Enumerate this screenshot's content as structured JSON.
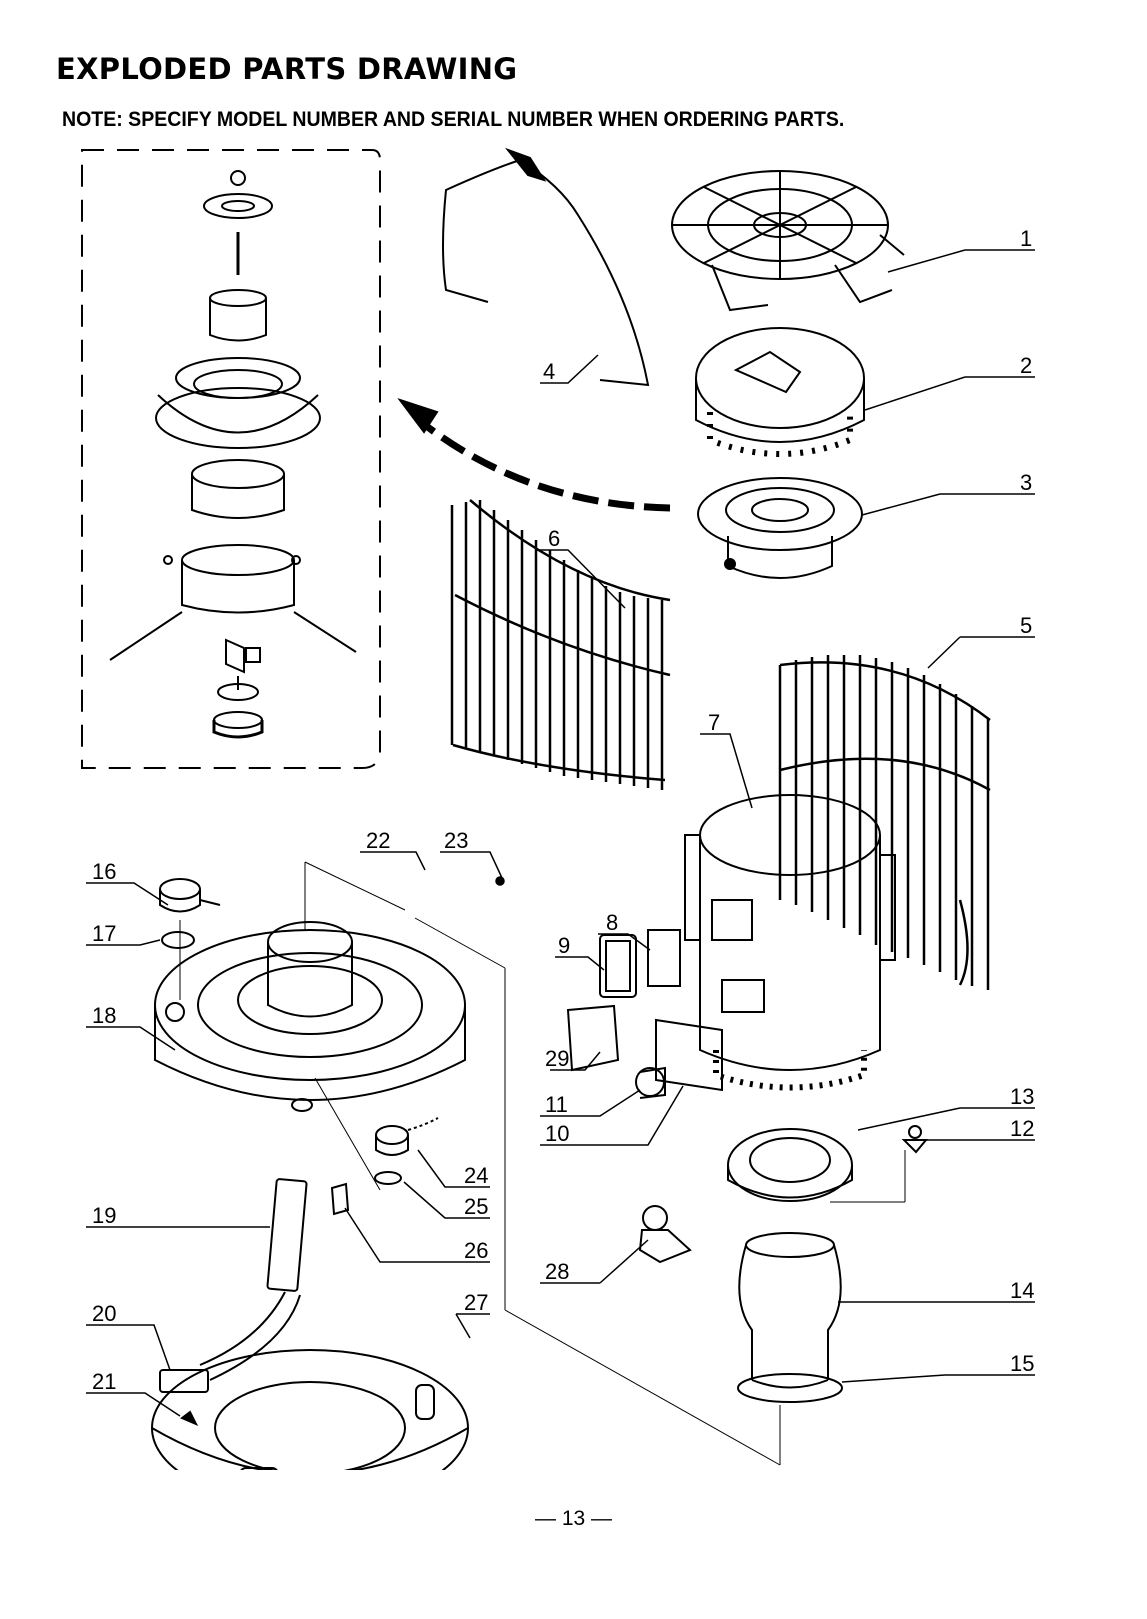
{
  "heading": "EXPLODED PARTS DRAWING",
  "note": "NOTE: SPECIFY MODEL NUMBER AND SERIAL NUMBER WHEN ORDERING PARTS.",
  "page_number": "— 13 —",
  "callouts": {
    "c1": "1",
    "c2": "2",
    "c3": "3",
    "c4": "4",
    "c5": "5",
    "c6": "6",
    "c7": "7",
    "c8": "8",
    "c9": "9",
    "c10": "10",
    "c11": "11",
    "c12": "12",
    "c13": "13",
    "c14": "14",
    "c15": "15",
    "c16": "16",
    "c17": "17",
    "c18": "18",
    "c19": "19",
    "c20": "20",
    "c21": "21",
    "c22": "22",
    "c23": "23",
    "c24": "24",
    "c25": "25",
    "c26": "26",
    "c27": "27",
    "c28": "28",
    "c29": "29"
  }
}
